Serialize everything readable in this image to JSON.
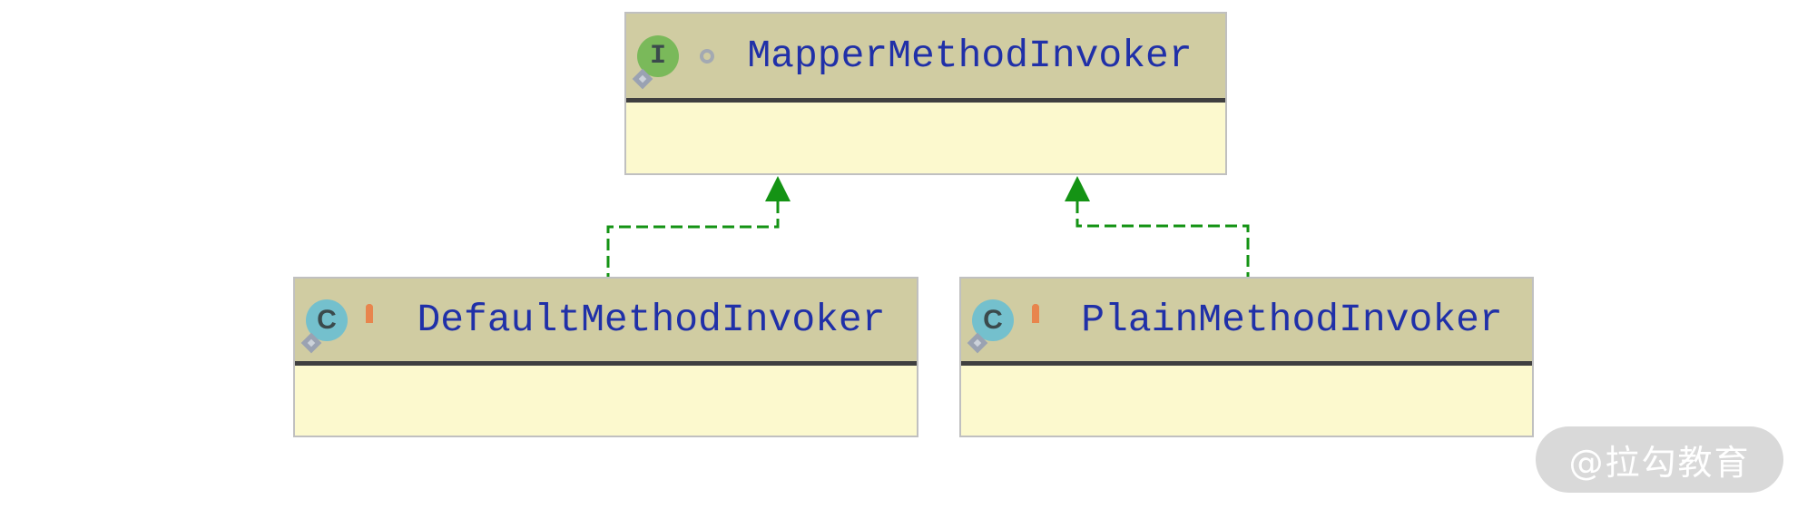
{
  "diagram": {
    "type": "uml-class-diagram",
    "nodes": [
      {
        "name": "MapperMethodInvoker",
        "kind": "interface",
        "badge_letter": "I",
        "has_ring_modifier": true,
        "has_lock": false
      },
      {
        "name": "DefaultMethodInvoker",
        "kind": "class",
        "badge_letter": "C",
        "has_ring_modifier": false,
        "has_lock": true
      },
      {
        "name": "PlainMethodInvoker",
        "kind": "class",
        "badge_letter": "C",
        "has_ring_modifier": false,
        "has_lock": true
      }
    ],
    "relations": [
      {
        "from": "DefaultMethodInvoker",
        "to": "MapperMethodInvoker",
        "type": "implements",
        "line_style": "dashed",
        "arrow": "hollow-up"
      },
      {
        "from": "PlainMethodInvoker",
        "to": "MapperMethodInvoker",
        "type": "implements",
        "line_style": "dashed",
        "arrow": "hollow-up"
      }
    ],
    "colors": {
      "header_bg": "#d0cca2",
      "body_bg": "#fcf9ce",
      "node_border": "#c0c0c0",
      "separator": "#3f3f3f",
      "name_text": "#2030a8",
      "edge_green": "#149314",
      "interface_badge": "#7ab95a",
      "class_badge": "#74c0cd",
      "lock_orange": "#e8854d"
    }
  },
  "watermark": {
    "text": "@拉勾教育"
  }
}
